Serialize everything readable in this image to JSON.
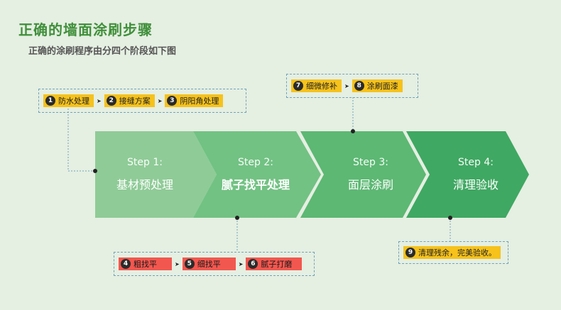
{
  "title": "正确的墙面涂刷步骤",
  "subtitle": "正确的涂刷程序由分四个阶段如下图",
  "steps": [
    {
      "label": "Step 1:",
      "name": "基材预处理",
      "color": "#8fcb97"
    },
    {
      "label": "Step 2:",
      "name": "腻子找平处理",
      "color": "#72c283"
    },
    {
      "label": "Step 3:",
      "name": "面层涂刷",
      "color": "#5cb873"
    },
    {
      "label": "Step 4:",
      "name": "清理验收",
      "color": "#3fa862"
    }
  ],
  "groups": {
    "g1": {
      "items": [
        {
          "n": "1",
          "text": "防水处理"
        },
        {
          "n": "2",
          "text": "接缝方案"
        },
        {
          "n": "3",
          "text": "阴阳角处理"
        }
      ]
    },
    "g2": {
      "items": [
        {
          "n": "4",
          "text": "粗找平"
        },
        {
          "n": "5",
          "text": "细找平"
        },
        {
          "n": "6",
          "text": "腻子打磨"
        }
      ]
    },
    "g3": {
      "items": [
        {
          "n": "7",
          "text": "细微修补"
        },
        {
          "n": "8",
          "text": "涂刷面漆"
        }
      ]
    },
    "g4": {
      "items": [
        {
          "n": "9",
          "text": "清理残余，完美验收。"
        }
      ]
    }
  },
  "arrow_glyph": "➤"
}
